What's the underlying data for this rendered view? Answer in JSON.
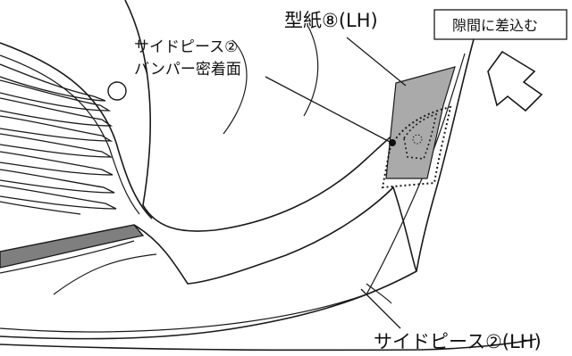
{
  "labels": {
    "pattern_paper": "型紙⑧(LH)",
    "contact_line1": "サイドピース②",
    "contact_line2": "バンパー密着面",
    "instruction_box": "隙間に差込む",
    "side_piece": "サイドピース②(LH)"
  },
  "colors": {
    "line": "#1a1a1a",
    "pattern_paper_fill": "#aaaaaa",
    "background": "#ffffff"
  },
  "icons": {
    "arrow": "down-left-outline-arrow"
  }
}
